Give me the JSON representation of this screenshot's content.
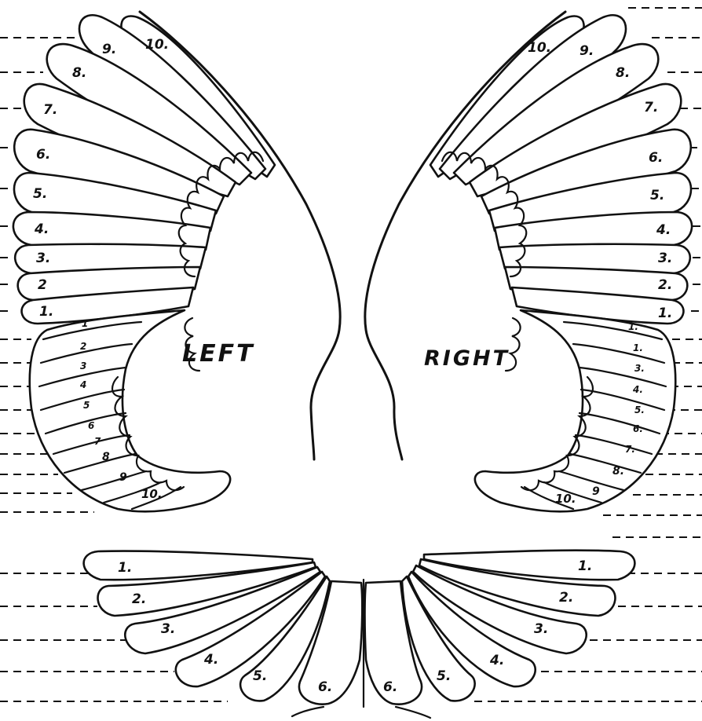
{
  "wings": {
    "left": {
      "label": "LEFT",
      "primaries": [
        "10.",
        "9.",
        "8.",
        "7.",
        "6.",
        "5.",
        "4.",
        "3.",
        "2",
        "1."
      ],
      "secondaries": [
        "1",
        "2",
        "3",
        "4",
        "5",
        "6",
        "7",
        "8",
        "9",
        "10."
      ]
    },
    "right": {
      "label": "RIGHT",
      "primaries": [
        "10.",
        "9.",
        "8.",
        "7.",
        "6.",
        "5.",
        "4.",
        "3.",
        "2.",
        "1."
      ],
      "secondaries": [
        "1.",
        "1.",
        "3.",
        "4.",
        "5.",
        "6.",
        "7.",
        "8.",
        "9",
        "10."
      ]
    }
  },
  "tail": {
    "left": [
      "1.",
      "2.",
      "3.",
      "4.",
      "5.",
      "6."
    ],
    "right": [
      "1.",
      "2.",
      "3.",
      "4.",
      "5.",
      "6."
    ]
  }
}
